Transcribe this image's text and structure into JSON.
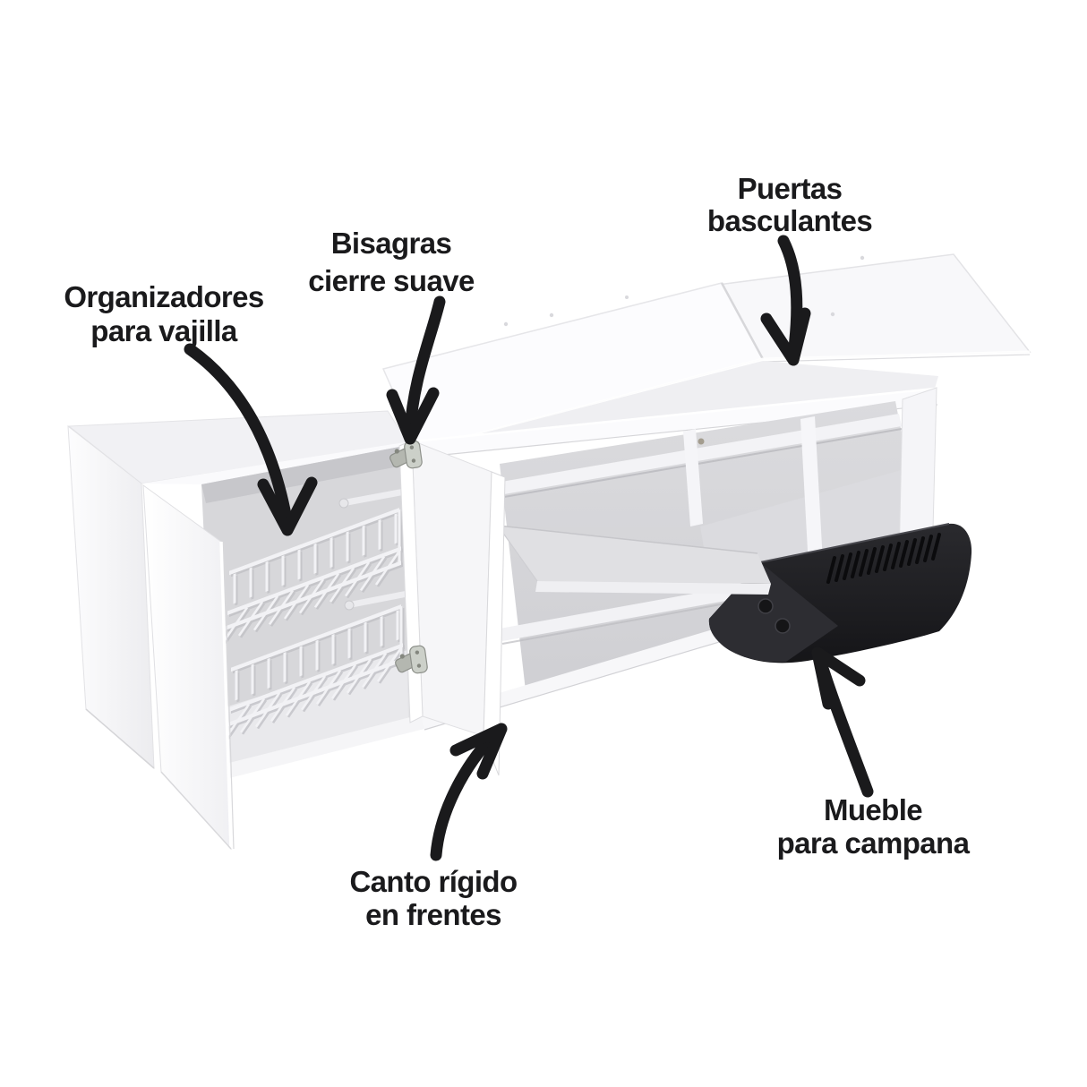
{
  "title": "Diagrama de características de mueble de cocina",
  "background": "#ffffff",
  "colors": {
    "label_text": "#1a1a1c",
    "arrow": "#1a1a1c",
    "cabinet_white": "#fbfbfd",
    "cabinet_shade": "#ededf0",
    "interior_gray": "#d4d4d7",
    "wire_rack": "#f2f2f5",
    "hood_black": "#1d1d20",
    "edge_gray": "#c9c9cd"
  },
  "annotations": [
    {
      "id": "organizadores",
      "line1": "Organizadores",
      "line2": "para vajilla",
      "target": "rejillas organizadoras de platos dentro del módulo izquierdo"
    },
    {
      "id": "bisagras",
      "line1": "Bisagras",
      "line2": "cierre suave",
      "target": "bisagras metálicas de la puerta abierta"
    },
    {
      "id": "puertas",
      "line1": "Puertas",
      "line2": "basculantes",
      "target": "puertas elevadas sobre el mueble"
    },
    {
      "id": "canto",
      "line1": "Canto rígido",
      "line2": "en frentes",
      "target": "canto del frente de la puerta abierta"
    },
    {
      "id": "campana",
      "line1": "Mueble",
      "line2": "para campana",
      "target": "hueco con campana extractora negra"
    }
  ]
}
